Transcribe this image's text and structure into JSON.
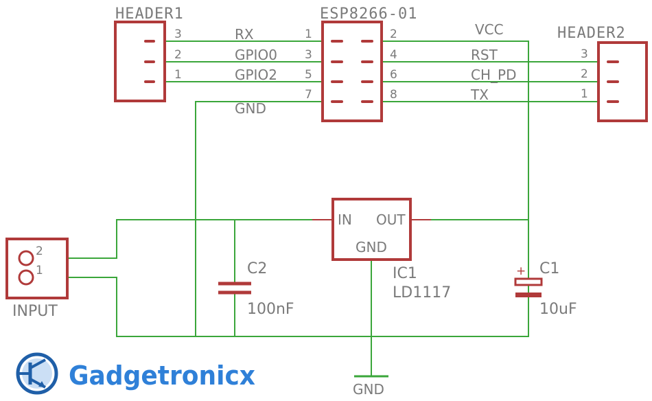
{
  "colors": {
    "wire": "#3aa63a",
    "outline": "#b03a3a",
    "text": "#7a7a7a",
    "brand": "#2f80d8",
    "logo_dark": "#1f5fa8"
  },
  "header1": {
    "title": "HEADER1",
    "pins": [
      "3",
      "2",
      "1"
    ]
  },
  "esp": {
    "title": "ESP8266-01",
    "pins_left": [
      "1",
      "3",
      "5",
      "7"
    ],
    "pins_right": [
      "2",
      "4",
      "6",
      "8"
    ]
  },
  "header2": {
    "title": "HEADER2",
    "pins": [
      "3",
      "2",
      "1"
    ]
  },
  "nets": {
    "rx": "RX",
    "gpio0": "GPIO0",
    "gpio2": "GPIO2",
    "gnd_top": "GND",
    "vcc": "VCC",
    "rst": "RST",
    "ch_pd": "CH_PD",
    "tx": "TX",
    "gnd_bottom": "GND"
  },
  "input": {
    "title": "INPUT",
    "pins": [
      "2",
      "1"
    ]
  },
  "c2": {
    "name": "C2",
    "value": "100nF"
  },
  "regulator": {
    "in_label": "IN",
    "out_label": "OUT",
    "gnd_label": "GND",
    "name": "IC1",
    "part": "LD1117"
  },
  "c1": {
    "name": "C1",
    "value": "10uF",
    "polarity": "+"
  },
  "brand": {
    "name": "Gadgetronicx",
    "logo_icon": "transistor-logo-icon"
  }
}
